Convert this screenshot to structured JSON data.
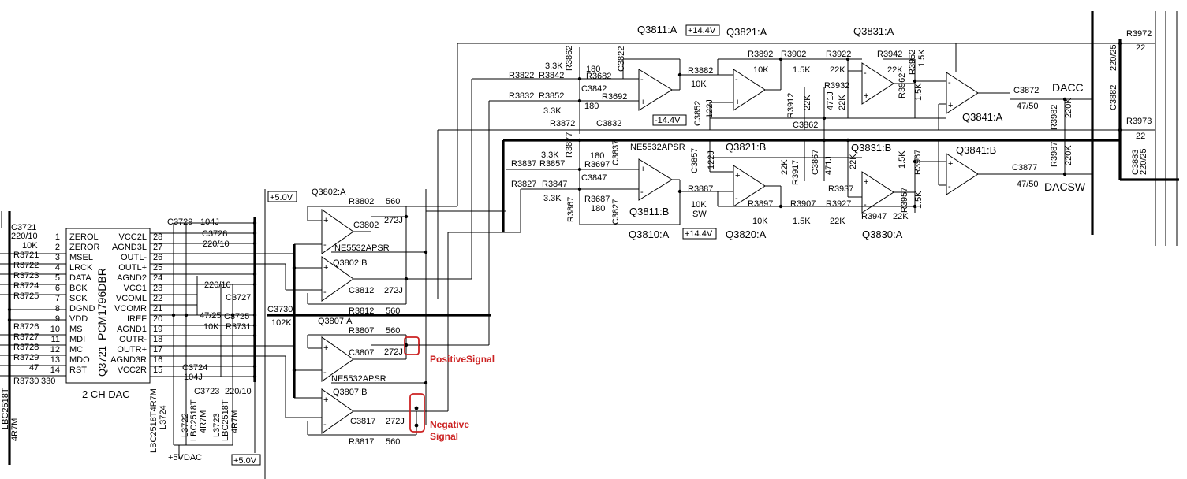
{
  "colors": {
    "wire": "#000000",
    "annotation": "#cc2222",
    "background": "#ffffff"
  },
  "chip": {
    "name": "Q3721",
    "part": "PCM1796DBR",
    "caption": "2 CH DAC",
    "left_pins": [
      {
        "n": "1",
        "label": "ZEROL"
      },
      {
        "n": "2",
        "label": "ZEROR"
      },
      {
        "n": "3",
        "label": "MSEL"
      },
      {
        "n": "4",
        "label": "LRCK"
      },
      {
        "n": "5",
        "label": "DATA"
      },
      {
        "n": "6",
        "label": "BCK"
      },
      {
        "n": "7",
        "label": "SCK"
      },
      {
        "n": "8",
        "label": "DGND"
      },
      {
        "n": "9",
        "label": "VDD"
      },
      {
        "n": "10",
        "label": "MS"
      },
      {
        "n": "11",
        "label": "MDI"
      },
      {
        "n": "12",
        "label": "MC"
      },
      {
        "n": "13",
        "label": "MDO"
      },
      {
        "n": "14",
        "label": "RST"
      }
    ],
    "right_pins": [
      {
        "n": "28",
        "label": "VCC2L"
      },
      {
        "n": "27",
        "label": "AGND3L"
      },
      {
        "n": "26",
        "label": "OUTL-"
      },
      {
        "n": "25",
        "label": "OUTL+"
      },
      {
        "n": "24",
        "label": "AGND2"
      },
      {
        "n": "23",
        "label": "VCC1"
      },
      {
        "n": "22",
        "label": "VCOML"
      },
      {
        "n": "21",
        "label": "VCOMR"
      },
      {
        "n": "20",
        "label": "IREF"
      },
      {
        "n": "19",
        "label": "AGND1"
      },
      {
        "n": "18",
        "label": "OUTR-"
      },
      {
        "n": "17",
        "label": "OUTR+"
      },
      {
        "n": "16",
        "label": "AGND3R"
      },
      {
        "n": "15",
        "label": "VCC2R"
      }
    ]
  },
  "labels": [
    {
      "id": "c3721",
      "text": "C3721"
    },
    {
      "id": "c3721v",
      "text": "220/10"
    },
    {
      "id": "r10k_a",
      "text": "10K"
    },
    {
      "id": "r3721",
      "text": "R3721"
    },
    {
      "id": "r3722",
      "text": "R3722"
    },
    {
      "id": "r3723",
      "text": "R3723"
    },
    {
      "id": "r3724",
      "text": "R3724"
    },
    {
      "id": "r3725",
      "text": "R3725"
    },
    {
      "id": "r3726",
      "text": "R3726"
    },
    {
      "id": "r3727",
      "text": "R3727"
    },
    {
      "id": "r3728",
      "text": "R3728"
    },
    {
      "id": "r3729",
      "text": "R3729"
    },
    {
      "id": "r47",
      "text": "47"
    },
    {
      "id": "r3730",
      "text": "R3730"
    },
    {
      "id": "r330",
      "text": "330"
    },
    {
      "id": "lbc_left",
      "text": "LBC2518T"
    },
    {
      "id": "l4r7m_left",
      "text": "4R7M"
    },
    {
      "id": "c3729",
      "text": "C3729"
    },
    {
      "id": "c104j_a",
      "text": "104J"
    },
    {
      "id": "c3728",
      "text": "C3728"
    },
    {
      "id": "c220_a",
      "text": "220/10"
    },
    {
      "id": "c220_b",
      "text": "220/10"
    },
    {
      "id": "c3727",
      "text": "C3727"
    },
    {
      "id": "c4725",
      "text": "47/25"
    },
    {
      "id": "c3725",
      "text": "C3725"
    },
    {
      "id": "r10k_b",
      "text": "10K"
    },
    {
      "id": "r3731",
      "text": "R3731"
    },
    {
      "id": "c3724",
      "text": "C3724"
    },
    {
      "id": "c104j_b",
      "text": "104J"
    },
    {
      "id": "c3723",
      "text": "C3723"
    },
    {
      "id": "c220_c",
      "text": "220/10"
    },
    {
      "id": "lbc_l3724",
      "text": "LBC2518T4R7M"
    },
    {
      "id": "l3724",
      "text": "L3724"
    },
    {
      "id": "l3722",
      "text": "L3722"
    },
    {
      "id": "lbc_l3722",
      "text": "LBC2518T"
    },
    {
      "id": "r4r7m_l3722",
      "text": "4R7M"
    },
    {
      "id": "l3723",
      "text": "L3723"
    },
    {
      "id": "lbc_l3723",
      "text": "LBC2518T"
    },
    {
      "id": "r4r7m_l3723",
      "text": "4R7M"
    },
    {
      "id": "v5dac",
      "text": "+5VDAC"
    },
    {
      "id": "v50_bottom",
      "text": "+5.0V"
    },
    {
      "id": "v50_top",
      "text": "+5.0V"
    },
    {
      "id": "c3730",
      "text": "C3730"
    },
    {
      "id": "c102k",
      "text": "102K"
    },
    {
      "id": "q3802a",
      "text": "Q3802:A"
    },
    {
      "id": "r3802",
      "text": "R3802"
    },
    {
      "id": "r560_a",
      "text": "560"
    },
    {
      "id": "c3802",
      "text": "C3802"
    },
    {
      "id": "c272_a",
      "text": "272J"
    },
    {
      "id": "ne5532_a",
      "text": "NE5532APSR"
    },
    {
      "id": "q3802b",
      "text": "Q3802:B"
    },
    {
      "id": "c3812",
      "text": "C3812"
    },
    {
      "id": "c272_b",
      "text": "272J"
    },
    {
      "id": "r3812",
      "text": "R3812"
    },
    {
      "id": "r560_b",
      "text": "560"
    },
    {
      "id": "q3807a",
      "text": "Q3807:A"
    },
    {
      "id": "r3807",
      "text": "R3807"
    },
    {
      "id": "r560_c",
      "text": "560"
    },
    {
      "id": "c3807",
      "text": "C3807"
    },
    {
      "id": "c272_c",
      "text": "272J"
    },
    {
      "id": "ne5532_b",
      "text": "NE5532APSR"
    },
    {
      "id": "q3807b",
      "text": "Q3807:B"
    },
    {
      "id": "c3817",
      "text": "C3817"
    },
    {
      "id": "c272_d",
      "text": "272J"
    },
    {
      "id": "r3817",
      "text": "R3817"
    },
    {
      "id": "r560_d",
      "text": "560"
    },
    {
      "id": "q3811a",
      "text": "Q3811:A"
    },
    {
      "id": "v144_a",
      "text": "+14.4V"
    },
    {
      "id": "vm144",
      "text": "-14.4V"
    },
    {
      "id": "q3821a",
      "text": "Q3821:A"
    },
    {
      "id": "q3831a",
      "text": "Q3831:A"
    },
    {
      "id": "q3841a",
      "text": "Q3841:A"
    },
    {
      "id": "r3822",
      "text": "R3822"
    },
    {
      "id": "r3842",
      "text": "R3842"
    },
    {
      "id": "r3k3_a",
      "text": "3.3K"
    },
    {
      "id": "r3862",
      "text": "R3862"
    },
    {
      "id": "r180_a",
      "text": "180"
    },
    {
      "id": "r3682",
      "text": "R3682"
    },
    {
      "id": "c3822",
      "text": "C3822"
    },
    {
      "id": "c3842",
      "text": "C3842"
    },
    {
      "id": "r3832",
      "text": "R3832"
    },
    {
      "id": "r3852",
      "text": "R3852"
    },
    {
      "id": "r3k3_b",
      "text": "3.3K"
    },
    {
      "id": "r180_b",
      "text": "180"
    },
    {
      "id": "r3692",
      "text": "R3692"
    },
    {
      "id": "r3872",
      "text": "R3872"
    },
    {
      "id": "c3832",
      "text": "C3832"
    },
    {
      "id": "r3882",
      "text": "R3882"
    },
    {
      "id": "r10k_c",
      "text": "10K"
    },
    {
      "id": "c3852",
      "text": "C3852"
    },
    {
      "id": "c122j_a",
      "text": "122J"
    },
    {
      "id": "r3892",
      "text": "R3892"
    },
    {
      "id": "r10k_d",
      "text": "10K"
    },
    {
      "id": "r3902",
      "text": "R3902"
    },
    {
      "id": "r1k5_a",
      "text": "1.5K"
    },
    {
      "id": "r3922",
      "text": "R3922"
    },
    {
      "id": "r22k_a",
      "text": "22K"
    },
    {
      "id": "r3942",
      "text": "R3942"
    },
    {
      "id": "r22k_b",
      "text": "22K"
    },
    {
      "id": "r3952",
      "text": "R3952"
    },
    {
      "id": "r1k5_b",
      "text": "1.5K"
    },
    {
      "id": "r3932",
      "text": "R3932"
    },
    {
      "id": "r3912",
      "text": "R3912"
    },
    {
      "id": "r22k_c",
      "text": "22K"
    },
    {
      "id": "c471j_a",
      "text": "471J"
    },
    {
      "id": "r22k_d",
      "text": "22K"
    },
    {
      "id": "r3962",
      "text": "R3962"
    },
    {
      "id": "r1k5_c",
      "text": "1.5K"
    },
    {
      "id": "c3862",
      "text": "C3862"
    },
    {
      "id": "c3872",
      "text": "C3872"
    },
    {
      "id": "c4750_a",
      "text": "47/50"
    },
    {
      "id": "dacc",
      "text": "DACC"
    },
    {
      "id": "r3982",
      "text": "R3982"
    },
    {
      "id": "r220k_a",
      "text": "220K"
    },
    {
      "id": "c3882",
      "text": "C3882"
    },
    {
      "id": "c22025_a",
      "text": "220/25"
    },
    {
      "id": "r3972",
      "text": "R3972"
    },
    {
      "id": "r22_a",
      "text": "22"
    },
    {
      "id": "r3973",
      "text": "R3973"
    },
    {
      "id": "r22_b",
      "text": "22"
    },
    {
      "id": "c3883",
      "text": "C3883"
    },
    {
      "id": "c22025_b",
      "text": "220/25"
    },
    {
      "id": "ne5532_c",
      "text": "NE5532APSR"
    },
    {
      "id": "q3821b",
      "text": "Q3821:B"
    },
    {
      "id": "q3831b",
      "text": "Q3831:B"
    },
    {
      "id": "q3841b",
      "text": "Q3841:B"
    },
    {
      "id": "r3837",
      "text": "R3837"
    },
    {
      "id": "r3857",
      "text": "R3857"
    },
    {
      "id": "r3k3_c",
      "text": "3.3K"
    },
    {
      "id": "r3877",
      "text": "R3877"
    },
    {
      "id": "r180_c",
      "text": "180"
    },
    {
      "id": "r3697",
      "text": "R3697"
    },
    {
      "id": "c3837",
      "text": "C3837"
    },
    {
      "id": "c3847",
      "text": "C3847"
    },
    {
      "id": "r3827",
      "text": "R3827"
    },
    {
      "id": "r3847",
      "text": "R3847"
    },
    {
      "id": "r3k3_d",
      "text": "3.3K"
    },
    {
      "id": "r3687",
      "text": "R3687"
    },
    {
      "id": "r180_d",
      "text": "180"
    },
    {
      "id": "r3867",
      "text": "R3867"
    },
    {
      "id": "c3827",
      "text": "C3827"
    },
    {
      "id": "q3811b",
      "text": "Q3811:B"
    },
    {
      "id": "r3887",
      "text": "R3887"
    },
    {
      "id": "r10k_e",
      "text": "10K"
    },
    {
      "id": "sw",
      "text": "SW"
    },
    {
      "id": "c3857",
      "text": "C3857"
    },
    {
      "id": "c122j_b",
      "text": "122J"
    },
    {
      "id": "r3917",
      "text": "R3917"
    },
    {
      "id": "r22k_e",
      "text": "22K"
    },
    {
      "id": "c3867",
      "text": "C3867"
    },
    {
      "id": "c471j_b",
      "text": "471J"
    },
    {
      "id": "r22k_f",
      "text": "22K"
    },
    {
      "id": "r3937",
      "text": "R3937"
    },
    {
      "id": "r3897",
      "text": "R3897"
    },
    {
      "id": "r10k_f",
      "text": "10K"
    },
    {
      "id": "r3907",
      "text": "R3907"
    },
    {
      "id": "r1k5_d",
      "text": "1.5K"
    },
    {
      "id": "r3927",
      "text": "R3927"
    },
    {
      "id": "r22k_g",
      "text": "22K"
    },
    {
      "id": "r3947",
      "text": "R3947"
    },
    {
      "id": "r22k_h",
      "text": "22K"
    },
    {
      "id": "r3967",
      "text": "R3967"
    },
    {
      "id": "r1k5_e",
      "text": "1.5K"
    },
    {
      "id": "r3957",
      "text": "R3957"
    },
    {
      "id": "r1k5_f",
      "text": "1.5K"
    },
    {
      "id": "c3877",
      "text": "C3877"
    },
    {
      "id": "c4750_b",
      "text": "47/50"
    },
    {
      "id": "dacsw",
      "text": "DACSW"
    },
    {
      "id": "r3987",
      "text": "R3987"
    },
    {
      "id": "r220k_b",
      "text": "220K"
    },
    {
      "id": "q3810a",
      "text": "Q3810:A"
    },
    {
      "id": "v144_b",
      "text": "+14.4V"
    },
    {
      "id": "q3820a",
      "text": "Q3820:A"
    },
    {
      "id": "q3830a",
      "text": "Q3830:A"
    }
  ],
  "annotations": {
    "positive": "PositiveSignal",
    "negative_1": "Negative",
    "negative_2": "Signal"
  }
}
